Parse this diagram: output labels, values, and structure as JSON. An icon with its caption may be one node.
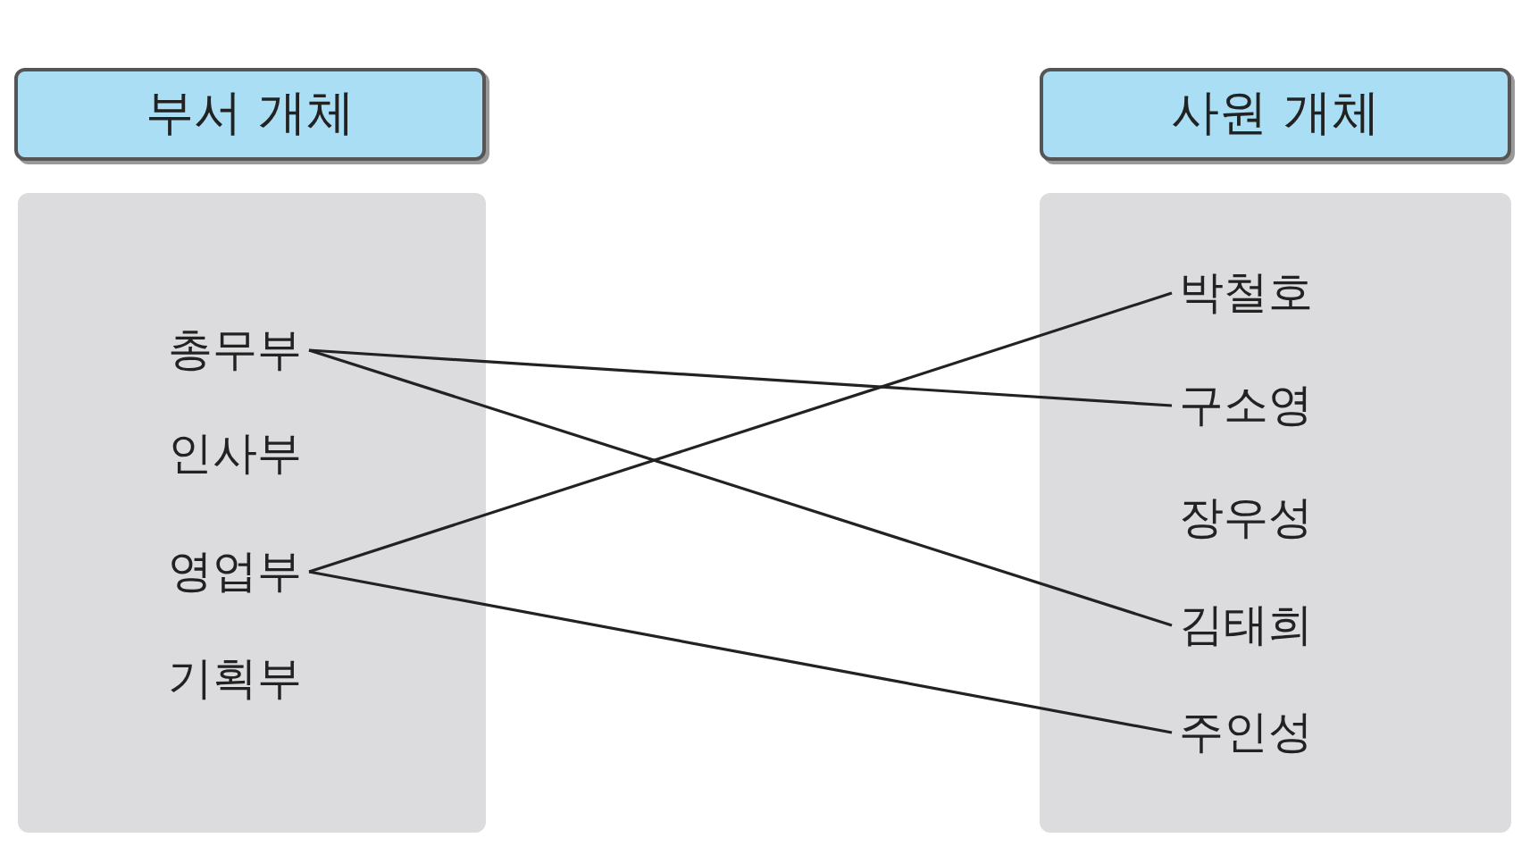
{
  "diagram": {
    "nodes": [
      {
        "text": [
          "부서 개체"
        ]
      },
      {
        "text": [],
        "shape": "box"
      },
      {
        "text": [
          "총무부"
        ],
        "in": 1
      },
      {
        "text": [
          "인사부"
        ],
        "in": 1
      },
      {
        "text": [
          "영업부"
        ],
        "in": 1
      },
      {
        "text": [
          "기획부"
        ],
        "in": 1
      },
      {
        "text": [
          "사원 개체"
        ]
      },
      {
        "text": [],
        "shape": "box"
      },
      {
        "text": [
          "박철호"
        ],
        "in": 7
      },
      {
        "text": [
          "구소영"
        ],
        "in": 7
      },
      {
        "text": [
          "장우성"
        ],
        "in": 7
      },
      {
        "text": [
          "김태희"
        ],
        "in": 7
      },
      {
        "text": [
          "주인성"
        ],
        "in": 7
      }
    ],
    "edges": [
      {
        "from": 2,
        "to": 9,
        "arrow": "none"
      },
      {
        "from": 2,
        "to": 11,
        "arrow": "none"
      },
      {
        "from": 4,
        "to": 8,
        "arrow": "none"
      },
      {
        "from": 4,
        "to": 12,
        "arrow": "none"
      }
    ]
  }
}
